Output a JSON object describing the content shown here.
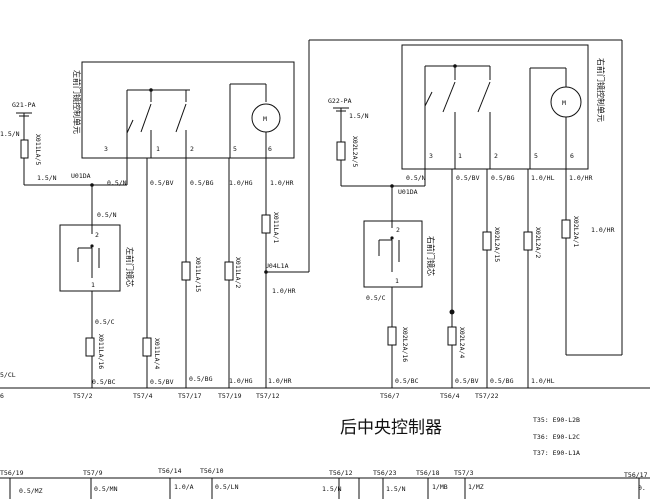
{
  "left": {
    "unit_label": "左前门镜控制单元",
    "core_label": "左前门镜芯",
    "motor": "M",
    "pins": [
      "3",
      "1",
      "2",
      "5",
      "6"
    ],
    "power_source": "G21-PA",
    "feed_wire_a": "1.5/N",
    "feed_conn": "X011LA/5",
    "feed_wire_b": "1.5/N",
    "splice": "U01DA",
    "core_wire": "0.5/N",
    "core_pin_top": "2",
    "core_pin_bottom": "1",
    "wire_c": "0.5/C",
    "conn_c": "X011LA/16",
    "conn_bv": "X011LA/4",
    "conn_bg": "X011LA/15",
    "conn_hg": "X011LA/2",
    "conn_hr": "X011LA/1",
    "splice_b": "U04L1A",
    "wire_hr_low": "1.0/HR",
    "w1": "0.5/N",
    "w2": "0.5/BV",
    "w3": "0.5/BG",
    "w4": "1.0/HG",
    "w5": "1.0/HR",
    "b0": "5/CL",
    "b1": "0.5/BC",
    "b2": "0.5/BV",
    "b3": "0.5/BG",
    "b4": "1.0/HG",
    "b5": "1.0/HR"
  },
  "right": {
    "unit_label": "右前门镜控制单元",
    "core_label": "右前门镜芯",
    "motor": "M",
    "pins": [
      "3",
      "1",
      "2",
      "5",
      "6"
    ],
    "power_source": "G22-PA",
    "feed_wire_a": "1.5/N",
    "feed_conn": "X02L2A/5",
    "splice": "U01DA",
    "core_pin_top": "2",
    "core_pin_bottom": "1",
    "wire_c": "0.5/C",
    "conn_c": "X02L2A/16",
    "conn_bv": "X02L2A/4",
    "conn_bg": "X02L2A/15",
    "conn_hl": "X02L2A/2",
    "conn_hr": "X02L2A/1",
    "wire_hr_side": "1.0/HR",
    "w1": "0.5/N",
    "w2": "0.5/BV",
    "w3": "0.5/BG",
    "w4": "1.0/HL",
    "w5": "1.0/HR",
    "b1": "0.5/BC",
    "b2": "0.5/BV",
    "b3": "0.5/BG",
    "b4": "1.0/HL"
  },
  "controller": {
    "name": "后中央控制器",
    "edge_left": "6",
    "top_pins": [
      "T57/2",
      "T57/4",
      "T57/17",
      "T57/19",
      "T57/12",
      "T56/7",
      "T56/4",
      "T57/22",
      ""
    ],
    "legend": [
      "T35: E90-L2B",
      "T36: E90-L2C",
      "T37: E90-L1A"
    ],
    "bottom_pins": [
      "T56/19",
      "T57/9",
      "T56/14",
      "T56/10",
      "T56/12",
      "T56/23",
      "T56/18",
      "T57/3",
      "T56/17"
    ],
    "bottom_wires": [
      "0.5/MZ",
      "0.5/MN",
      "1.0/A",
      "0.5/LN",
      "1.5/N",
      "1.5/N",
      "1/MB",
      "1/MZ",
      "0."
    ]
  }
}
